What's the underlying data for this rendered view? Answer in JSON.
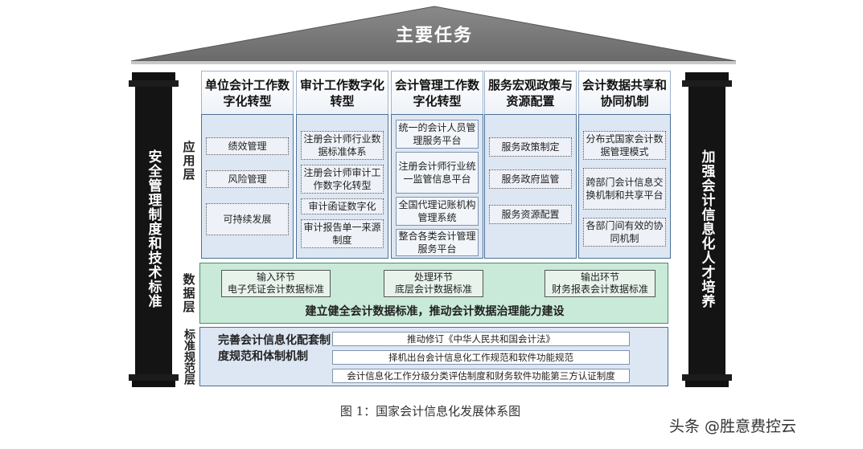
{
  "roof": {
    "title": "主要任务"
  },
  "pillars": {
    "left": "安全管理制度和技术标准",
    "right": "加强会计信息化人才培养"
  },
  "layer_labels": {
    "application": "应用层",
    "data": "数据层",
    "standard": "标准规范层"
  },
  "columns": [
    {
      "title": "单位会计工作数字化转型",
      "items": [
        "绩效管理",
        "风险管理",
        "可持续发展"
      ]
    },
    {
      "title": "审计工作数字化转型",
      "items": [
        "注册会计师行业数据标准体系",
        "注册会计师审计工作数字化转型",
        "审计函证数字化",
        "审计报告单一来源制度"
      ]
    },
    {
      "title": "会计管理工作数字化转型",
      "items": [
        "统一的会计人员管理服务平台",
        "注册会计师行业统一监管信息平台",
        "全国代理记账机构管理系统",
        "整合各类会计管理服务平台"
      ]
    },
    {
      "title": "服务宏观政策与资源配置",
      "items": [
        "服务政策制定",
        "服务政府监管",
        "服务资源配置"
      ]
    },
    {
      "title": "会计数据共享和协同机制",
      "items": [
        "分布式国家会计数据管理模式",
        "跨部门会计信息交换机制和共享平台",
        "各部门间有效的协同机制"
      ]
    }
  ],
  "data_layer": {
    "boxes": [
      {
        "line1": "输入环节",
        "line2": "电子凭证会计数据标准"
      },
      {
        "line1": "处理环节",
        "line2": "底层会计数据标准"
      },
      {
        "line1": "输出环节",
        "line2": "财务报表会计数据标准"
      }
    ],
    "summary": "建立健全会计数据标准，推动会计数据治理能力建设"
  },
  "standard_layer": {
    "title": "完善会计信息化配套制度规范和体制机制",
    "items": [
      "推动修订《中华人民共和国会计法》",
      "择机出台会计信息化工作规范和软件功能规范",
      "会计信息化工作分级分类评估制度和财务软件功能第三方认证制度"
    ]
  },
  "caption": "图 1：国家会计信息化发展体系图",
  "watermark": "头条 @胜意费控云"
}
